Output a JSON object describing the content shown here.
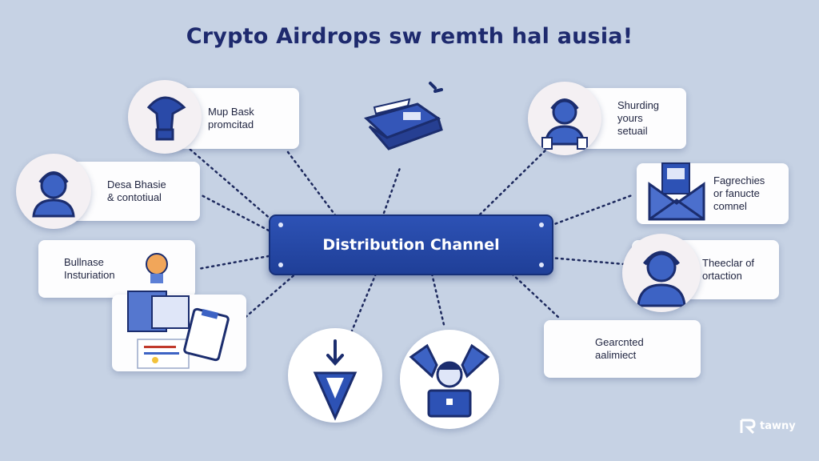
{
  "title": "Crypto Airdrops sw remth hal ausia!",
  "center": {
    "label": "Distribution Channel"
  },
  "left_nodes": [
    {
      "lines": [
        "Mup Bask",
        "promcitad"
      ]
    },
    {
      "lines": [
        "Desa Bhasie",
        "& contotiual"
      ]
    },
    {
      "lines": [
        "Bullnase",
        "Insturiation"
      ]
    }
  ],
  "right_nodes": [
    {
      "lines": [
        "Shurding",
        "yours",
        "setuail"
      ]
    },
    {
      "lines": [
        "Fagrechies",
        "or fanucte",
        "comnel"
      ]
    },
    {
      "lines": [
        "Theeclar of",
        "ortaction"
      ]
    },
    {
      "lines": [
        "Gearcnted",
        "aalimiect"
      ]
    }
  ],
  "brand": {
    "name": "tawny"
  },
  "colors": {
    "background": "#c6d2e4",
    "accent": "#2d52b5",
    "title": "#1e2a6e"
  },
  "icons": [
    "funnel-icon",
    "support-agent-icon",
    "documents-icon",
    "book-icon",
    "support-agent-icon",
    "envelope-icon",
    "support-agent-icon",
    "arrow-down-icon",
    "laptop-user-icon",
    "brand-logo-icon"
  ]
}
